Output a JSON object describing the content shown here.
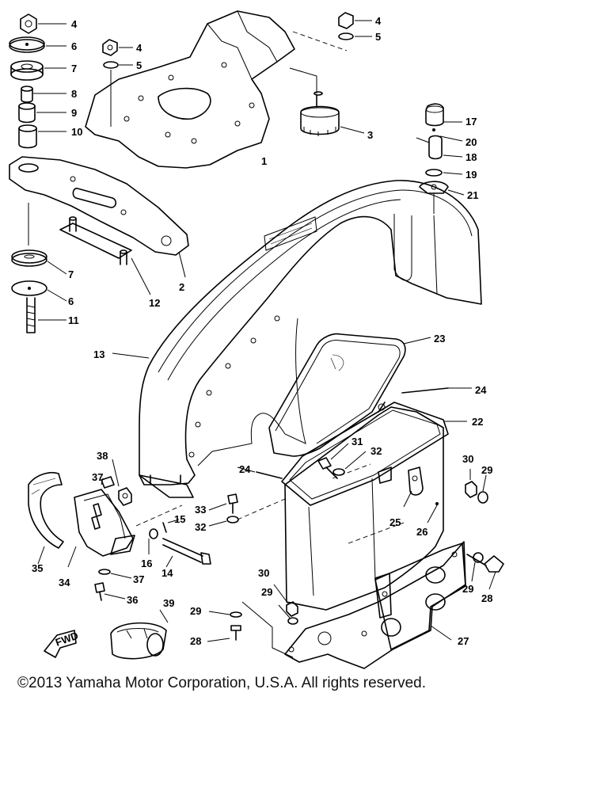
{
  "copyright": "©2013 Yamaha Motor Corporation, U.S.A. All rights reserved.",
  "direction_arrow": "FWD",
  "callouts": [
    "4",
    "6",
    "7",
    "8",
    "9",
    "10",
    "4",
    "5",
    "4",
    "5",
    "3",
    "1",
    "17",
    "20",
    "18",
    "19",
    "21",
    "2",
    "7",
    "6",
    "12",
    "11",
    "13",
    "23",
    "24",
    "22",
    "31",
    "32",
    "30",
    "29",
    "38",
    "37",
    "33",
    "32",
    "15",
    "25",
    "26",
    "35",
    "34",
    "16",
    "14",
    "37",
    "36",
    "30",
    "29",
    "29",
    "28",
    "39",
    "29",
    "28",
    "27",
    "24"
  ]
}
